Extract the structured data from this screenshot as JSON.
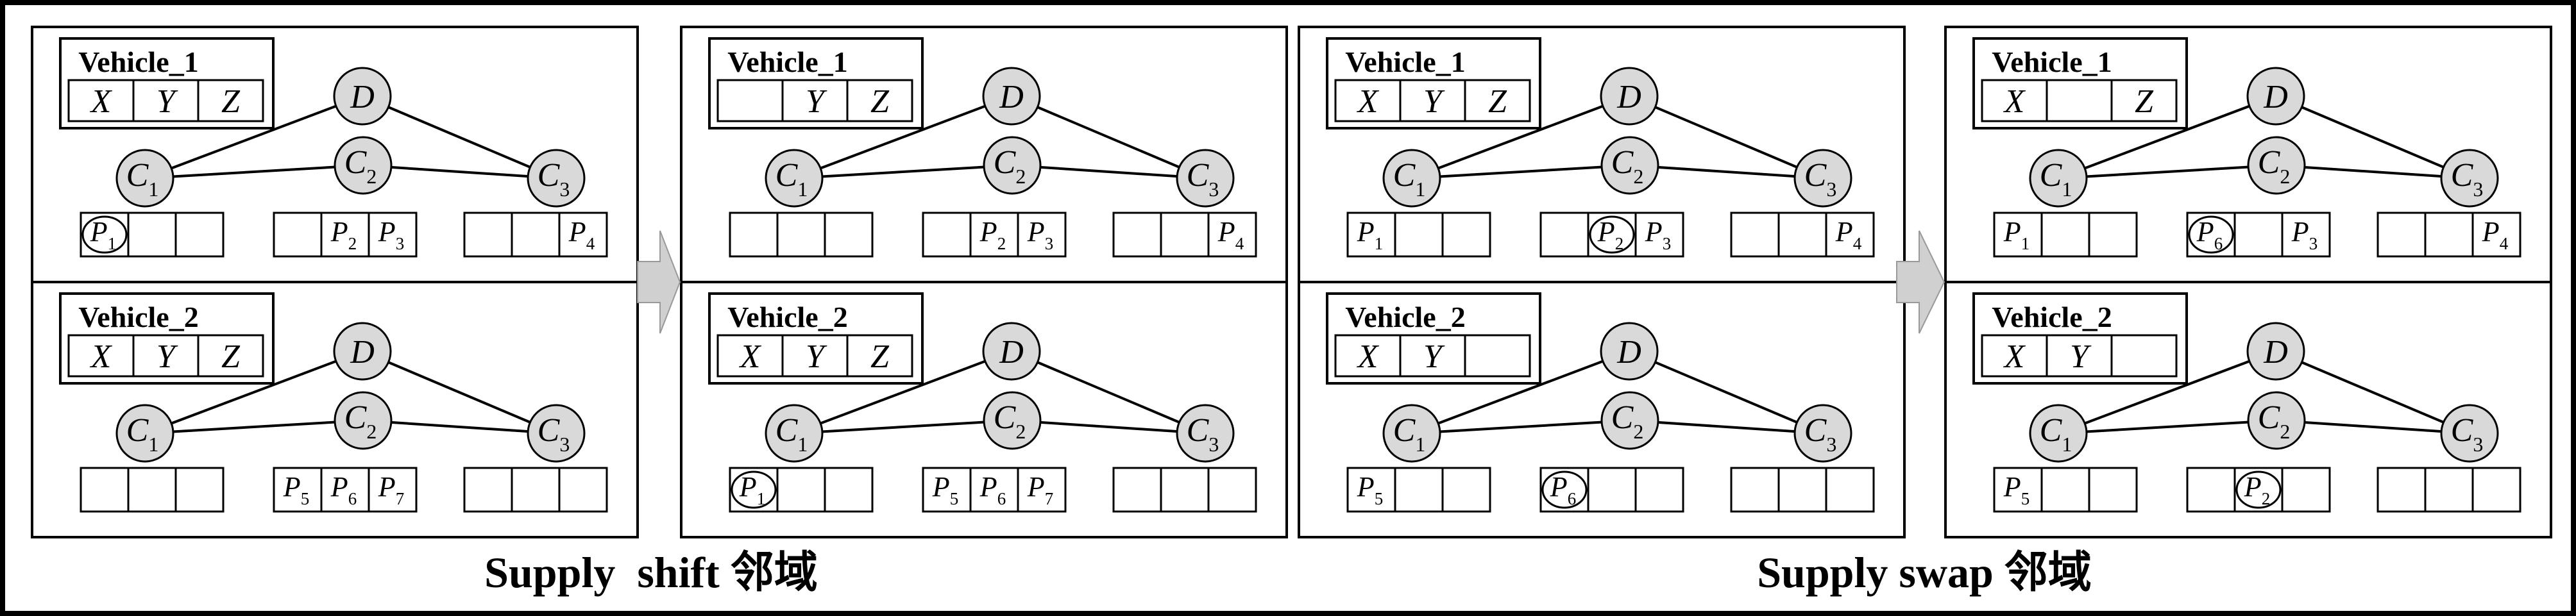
{
  "captions": {
    "shift": "Supply  shift 邻域",
    "swap": "Supply swap 邻域"
  },
  "panels": [
    {
      "rows": [
        {
          "vehicle_title": "Vehicle_1",
          "vehicle_slots": [
            "X",
            "Y",
            "Z"
          ],
          "depot": "D",
          "customers": [
            {
              "label": "C",
              "sub": "1",
              "slots": [
                {
                  "t": "P",
                  "s": "1",
                  "circled": true
                },
                null,
                null
              ]
            },
            {
              "label": "C",
              "sub": "2",
              "slots": [
                null,
                {
                  "t": "P",
                  "s": "2"
                },
                {
                  "t": "P",
                  "s": "3"
                }
              ]
            },
            {
              "label": "C",
              "sub": "3",
              "slots": [
                null,
                null,
                {
                  "t": "P",
                  "s": "4"
                }
              ]
            }
          ]
        },
        {
          "vehicle_title": "Vehicle_2",
          "vehicle_slots": [
            "X",
            "Y",
            "Z"
          ],
          "depot": "D",
          "customers": [
            {
              "label": "C",
              "sub": "1",
              "slots": [
                null,
                null,
                null
              ]
            },
            {
              "label": "C",
              "sub": "2",
              "slots": [
                {
                  "t": "P",
                  "s": "5"
                },
                {
                  "t": "P",
                  "s": "6"
                },
                {
                  "t": "P",
                  "s": "7"
                }
              ]
            },
            {
              "label": "C",
              "sub": "3",
              "slots": [
                null,
                null,
                null
              ]
            }
          ]
        }
      ]
    },
    {
      "rows": [
        {
          "vehicle_title": "Vehicle_1",
          "vehicle_slots": [
            "",
            "Y",
            "Z"
          ],
          "depot": "D",
          "customers": [
            {
              "label": "C",
              "sub": "1",
              "slots": [
                null,
                null,
                null
              ]
            },
            {
              "label": "C",
              "sub": "2",
              "slots": [
                null,
                {
                  "t": "P",
                  "s": "2"
                },
                {
                  "t": "P",
                  "s": "3"
                }
              ]
            },
            {
              "label": "C",
              "sub": "3",
              "slots": [
                null,
                null,
                {
                  "t": "P",
                  "s": "4"
                }
              ]
            }
          ]
        },
        {
          "vehicle_title": "Vehicle_2",
          "vehicle_slots": [
            "X",
            "Y",
            "Z"
          ],
          "depot": "D",
          "customers": [
            {
              "label": "C",
              "sub": "1",
              "slots": [
                {
                  "t": "P",
                  "s": "1",
                  "circled": true
                },
                null,
                null
              ]
            },
            {
              "label": "C",
              "sub": "2",
              "slots": [
                {
                  "t": "P",
                  "s": "5"
                },
                {
                  "t": "P",
                  "s": "6"
                },
                {
                  "t": "P",
                  "s": "7"
                }
              ]
            },
            {
              "label": "C",
              "sub": "3",
              "slots": [
                null,
                null,
                null
              ]
            }
          ]
        }
      ]
    },
    {
      "rows": [
        {
          "vehicle_title": "Vehicle_1",
          "vehicle_slots": [
            "X",
            "Y",
            "Z"
          ],
          "depot": "D",
          "customers": [
            {
              "label": "C",
              "sub": "1",
              "slots": [
                {
                  "t": "P",
                  "s": "1"
                },
                null,
                null
              ]
            },
            {
              "label": "C",
              "sub": "2",
              "slots": [
                null,
                {
                  "t": "P",
                  "s": "2",
                  "circled": true
                },
                {
                  "t": "P",
                  "s": "3"
                }
              ]
            },
            {
              "label": "C",
              "sub": "3",
              "slots": [
                null,
                null,
                {
                  "t": "P",
                  "s": "4"
                }
              ]
            }
          ]
        },
        {
          "vehicle_title": "Vehicle_2",
          "vehicle_slots": [
            "X",
            "Y",
            ""
          ],
          "depot": "D",
          "customers": [
            {
              "label": "C",
              "sub": "1",
              "slots": [
                {
                  "t": "P",
                  "s": "5"
                },
                null,
                null
              ]
            },
            {
              "label": "C",
              "sub": "2",
              "slots": [
                {
                  "t": "P",
                  "s": "6",
                  "circled": true
                },
                null,
                null
              ]
            },
            {
              "label": "C",
              "sub": "3",
              "slots": [
                null,
                null,
                null
              ]
            }
          ]
        }
      ]
    },
    {
      "rows": [
        {
          "vehicle_title": "Vehicle_1",
          "vehicle_slots": [
            "X",
            "",
            "Z"
          ],
          "depot": "D",
          "customers": [
            {
              "label": "C",
              "sub": "1",
              "slots": [
                {
                  "t": "P",
                  "s": "1"
                },
                null,
                null
              ]
            },
            {
              "label": "C",
              "sub": "2",
              "slots": [
                {
                  "t": "P",
                  "s": "6",
                  "circled": true
                },
                null,
                {
                  "t": "P",
                  "s": "3"
                }
              ]
            },
            {
              "label": "C",
              "sub": "3",
              "slots": [
                null,
                null,
                {
                  "t": "P",
                  "s": "4"
                }
              ]
            }
          ]
        },
        {
          "vehicle_title": "Vehicle_2",
          "vehicle_slots": [
            "X",
            "Y",
            ""
          ],
          "depot": "D",
          "customers": [
            {
              "label": "C",
              "sub": "1",
              "slots": [
                {
                  "t": "P",
                  "s": "5"
                },
                null,
                null
              ]
            },
            {
              "label": "C",
              "sub": "2",
              "slots": [
                null,
                {
                  "t": "P",
                  "s": "2",
                  "circled": true
                },
                null
              ]
            },
            {
              "label": "C",
              "sub": "3",
              "slots": [
                null,
                null,
                null
              ]
            }
          ]
        }
      ]
    }
  ],
  "colors": {
    "node_fill": "#d9d9d9",
    "arrow_fill": "#d0d0d0",
    "stroke": "#000000"
  }
}
